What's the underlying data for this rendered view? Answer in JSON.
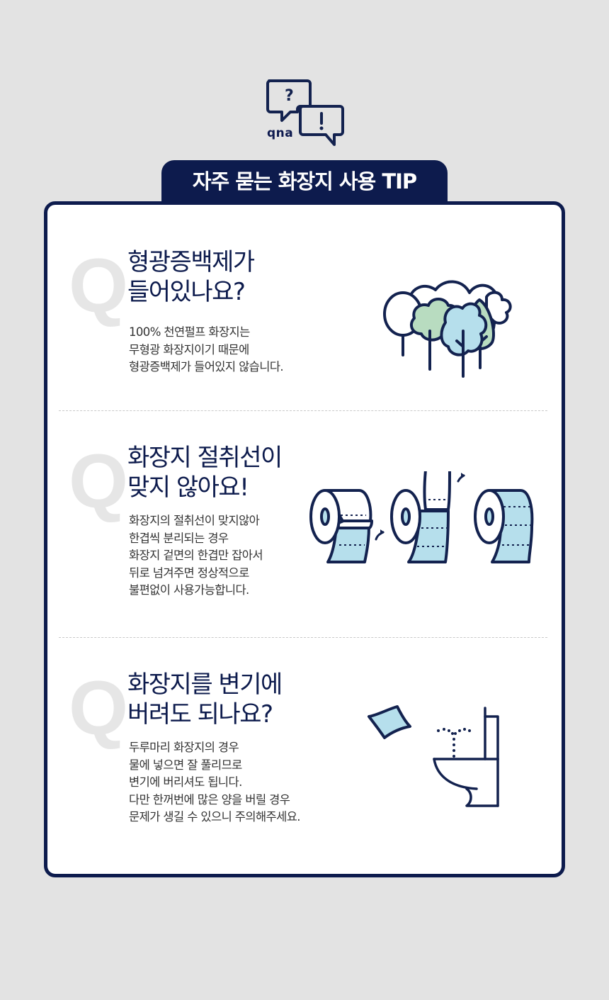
{
  "header": {
    "icon": "qna-speech-bubbles-icon",
    "icon_label": "qna",
    "title": "자주 묻는 화장지 사용 TIP"
  },
  "colors": {
    "navy": "#0d1b4d",
    "background": "#e3e3e3",
    "card": "#ffffff",
    "q_mark": "#e6e6e6",
    "green_fill": "#b8dcc0",
    "blue_fill": "#b6dfec",
    "divider": "#c9c9c9"
  },
  "faq": [
    {
      "marker": "Q",
      "title_lines": [
        "형광증백제가",
        "들어있나요?"
      ],
      "body_lines": [
        "100% 천연펄프 화장지는",
        "무형광 화장지이기 때문에",
        "형광증백제가 들어있지 않습니다."
      ],
      "illustration": "trees-icon"
    },
    {
      "marker": "Q",
      "title_lines": [
        "화장지 절취선이",
        "맞지 않아요!"
      ],
      "body_lines": [
        "화장지의 절취선이 맞지않아",
        "한겹씩 분리되는 경우",
        "화장지 겉면의 한겹만 잡아서",
        "뒤로 넘겨주면 정상적으로",
        "불편없이 사용가능합니다."
      ],
      "illustration": "toilet-paper-rolls-icon"
    },
    {
      "marker": "Q",
      "title_lines": [
        "화장지를 변기에",
        "버려도 되나요?"
      ],
      "body_lines": [
        "두루마리 화장지의 경우",
        "물에 넣으면 잘 풀리므로",
        "변기에 버리셔도 됩니다.",
        "다만 한꺼번에 많은 양을 버릴 경우",
        "문제가 생길 수 있으니 주의해주세요."
      ],
      "illustration": "toilet-flush-icon"
    }
  ]
}
